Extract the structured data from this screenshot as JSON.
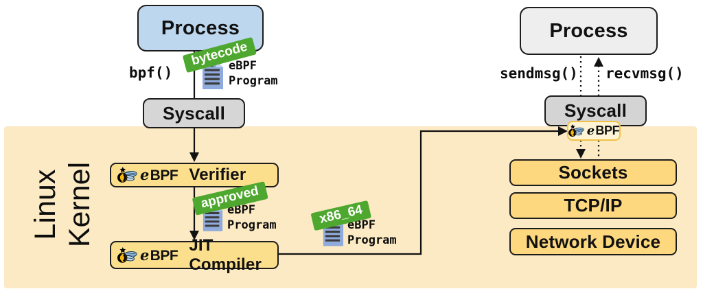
{
  "diagram": {
    "left_flow": {
      "process": "Process",
      "bpf_call": "bpf()",
      "bytecode_tag": "bytecode",
      "syscall": "Syscall"
    },
    "program_file": {
      "line1": "eBPF",
      "line2": "Program"
    },
    "kernel": {
      "label_line1": "Linux",
      "label_line2": "Kernel",
      "verifier_label": "Verifier",
      "jit_label": "JIT Compiler",
      "approved_tag": "approved",
      "arch_tag": "x86_64"
    },
    "right_flow": {
      "process": "Process",
      "sendmsg": "sendmsg()",
      "recvmsg": "recvmsg()",
      "syscall": "Syscall",
      "sockets": "Sockets",
      "tcpip": "TCP/IP",
      "network_device": "Network Device"
    },
    "ebpf_logo": {
      "e": "e",
      "bpf": "BPF"
    },
    "colors": {
      "process_fill": "#BDD7EE",
      "syscall_fill": "#D6D6D6",
      "kernel_bg": "#FBEAC3",
      "kernel_box_fill": "#FCDF8D",
      "net_box_fill": "#FDD87E",
      "tag_green": "#4EA72E",
      "badge_fill": "#FFF5D6",
      "badge_border": "#F2C143",
      "file_icon_blue": "#8FAADC",
      "wire_black": "#121212"
    }
  }
}
